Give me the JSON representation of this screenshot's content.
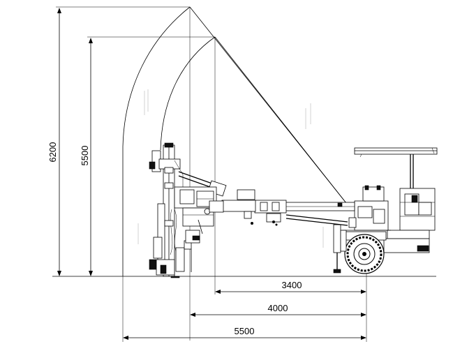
{
  "dimensions": {
    "height_total": "6200",
    "height_inner": "5500",
    "reach_short": "3400",
    "reach_mid": "4000",
    "reach_long": "5500"
  },
  "icons": {
    "machine": "drilling-rig-side-view-icon",
    "wheel": "wheel-icon",
    "canopy": "canopy-icon"
  }
}
